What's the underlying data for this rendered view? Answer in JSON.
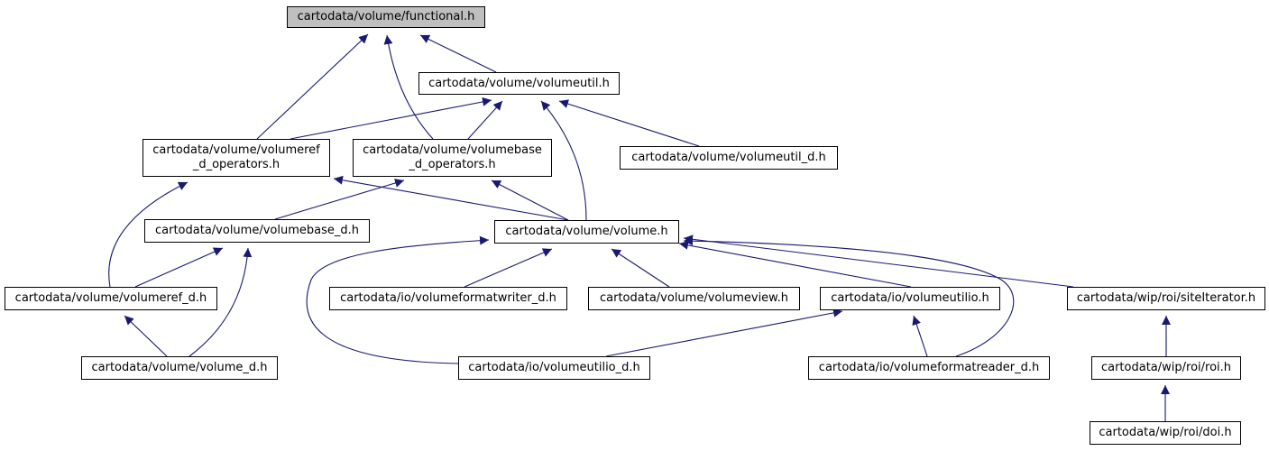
{
  "colors": {
    "edge": "#191970",
    "root_fill": "#bfbfbf",
    "node_fill": "#ffffff",
    "border": "#000000"
  },
  "nodes": {
    "functional": {
      "lines": [
        "cartodata/volume/functional.h"
      ]
    },
    "volumeutil": {
      "lines": [
        "cartodata/volume/volumeutil.h"
      ]
    },
    "volumeref_ops": {
      "lines": [
        "cartodata/volume/volumeref",
        "_d_operators.h"
      ]
    },
    "volumebase_ops": {
      "lines": [
        "cartodata/volume/volumebase",
        "_d_operators.h"
      ]
    },
    "volumeutil_d": {
      "lines": [
        "cartodata/volume/volumeutil_d.h"
      ]
    },
    "volumebase_d": {
      "lines": [
        "cartodata/volume/volumebase_d.h"
      ]
    },
    "volume": {
      "lines": [
        "cartodata/volume/volume.h"
      ]
    },
    "volumeref_d": {
      "lines": [
        "cartodata/volume/volumeref_d.h"
      ]
    },
    "volumeformatwriter_d": {
      "lines": [
        "cartodata/io/volumeformatwriter_d.h"
      ]
    },
    "volumeview": {
      "lines": [
        "cartodata/volume/volumeview.h"
      ]
    },
    "volumeutilio": {
      "lines": [
        "cartodata/io/volumeutilio.h"
      ]
    },
    "siteiterator": {
      "lines": [
        "cartodata/wip/roi/siteIterator.h"
      ]
    },
    "volume_d": {
      "lines": [
        "cartodata/volume/volume_d.h"
      ]
    },
    "volumeutilio_d": {
      "lines": [
        "cartodata/io/volumeutilio_d.h"
      ]
    },
    "volumeformatreader_d": {
      "lines": [
        "cartodata/io/volumeformatreader_d.h"
      ]
    },
    "roi": {
      "lines": [
        "cartodata/wip/roi/roi.h"
      ]
    },
    "doi": {
      "lines": [
        "cartodata/wip/roi/doi.h"
      ]
    }
  },
  "edges": [
    {
      "from": "volumeutil",
      "to": "functional"
    },
    {
      "from": "volumeref_ops",
      "to": "functional"
    },
    {
      "from": "volumebase_ops",
      "to": "functional"
    },
    {
      "from": "volumeref_ops",
      "to": "volumeutil"
    },
    {
      "from": "volumebase_ops",
      "to": "volumeutil"
    },
    {
      "from": "volume",
      "to": "volumeutil"
    },
    {
      "from": "volumeutil_d",
      "to": "volumeutil"
    },
    {
      "from": "volumeref_d",
      "to": "volumeref_ops"
    },
    {
      "from": "volume",
      "to": "volumeref_ops"
    },
    {
      "from": "volumebase_d",
      "to": "volumebase_ops"
    },
    {
      "from": "volume",
      "to": "volumebase_ops"
    },
    {
      "from": "volumeref_d",
      "to": "volumebase_d"
    },
    {
      "from": "volume_d",
      "to": "volumebase_d"
    },
    {
      "from": "volume_d",
      "to": "volumeref_d"
    },
    {
      "from": "volumeformatwriter_d",
      "to": "volume"
    },
    {
      "from": "volumeview",
      "to": "volume"
    },
    {
      "from": "volumeutilio",
      "to": "volume"
    },
    {
      "from": "siteiterator",
      "to": "volume"
    },
    {
      "from": "volumeutilio_d",
      "to": "volume"
    },
    {
      "from": "volumeformatreader_d",
      "to": "volume"
    },
    {
      "from": "volumeutilio_d",
      "to": "volumeutilio"
    },
    {
      "from": "volumeformatreader_d",
      "to": "volumeutilio"
    },
    {
      "from": "roi",
      "to": "siteiterator"
    },
    {
      "from": "doi",
      "to": "roi"
    }
  ]
}
